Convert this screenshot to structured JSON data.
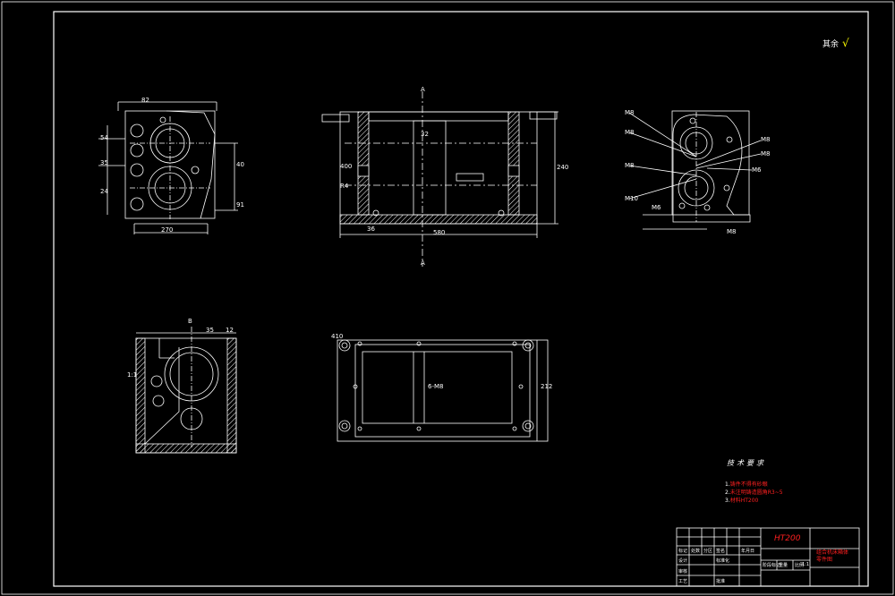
{
  "colors": {
    "background": "#000000",
    "line": "#ffffff",
    "hatch": "#ffffff",
    "accent_red": "#ff2020",
    "check_yellow": "#ffff00"
  },
  "corner_mark": {
    "text": "其余",
    "symbol": "√"
  },
  "technical_requirements": {
    "title": "技术要求",
    "items": [
      {
        "num": "1.",
        "text": "铸件不得有砂眼"
      },
      {
        "num": "2.",
        "text": "未注明铸造圆角R3~5"
      },
      {
        "num": "3.",
        "text": "材料HT200"
      }
    ]
  },
  "title_block": {
    "material": "HT200",
    "drawing_name": [
      "组合机床箱体",
      "零件图"
    ],
    "cells": [
      "标记",
      "处数",
      "分区",
      "签名",
      "年月日",
      "设计",
      "标准化",
      "审核",
      "工艺",
      "批准",
      "阶段标记",
      "重量",
      "比例",
      "1:1"
    ]
  },
  "dimensions": {
    "view1": [
      "82",
      "54",
      "35",
      "24",
      "40",
      "91",
      "270"
    ],
    "view2": [
      "A",
      "A",
      "240",
      "580",
      "400",
      "32",
      "36",
      "R4"
    ],
    "view3": [
      "M8",
      "M8",
      "M8",
      "M10",
      "M8",
      "M8",
      "M6",
      "M6",
      "M8"
    ],
    "view4": [
      "B",
      "35",
      "12",
      "1:1"
    ],
    "view5": [
      "410",
      "6-M8",
      "212"
    ]
  }
}
